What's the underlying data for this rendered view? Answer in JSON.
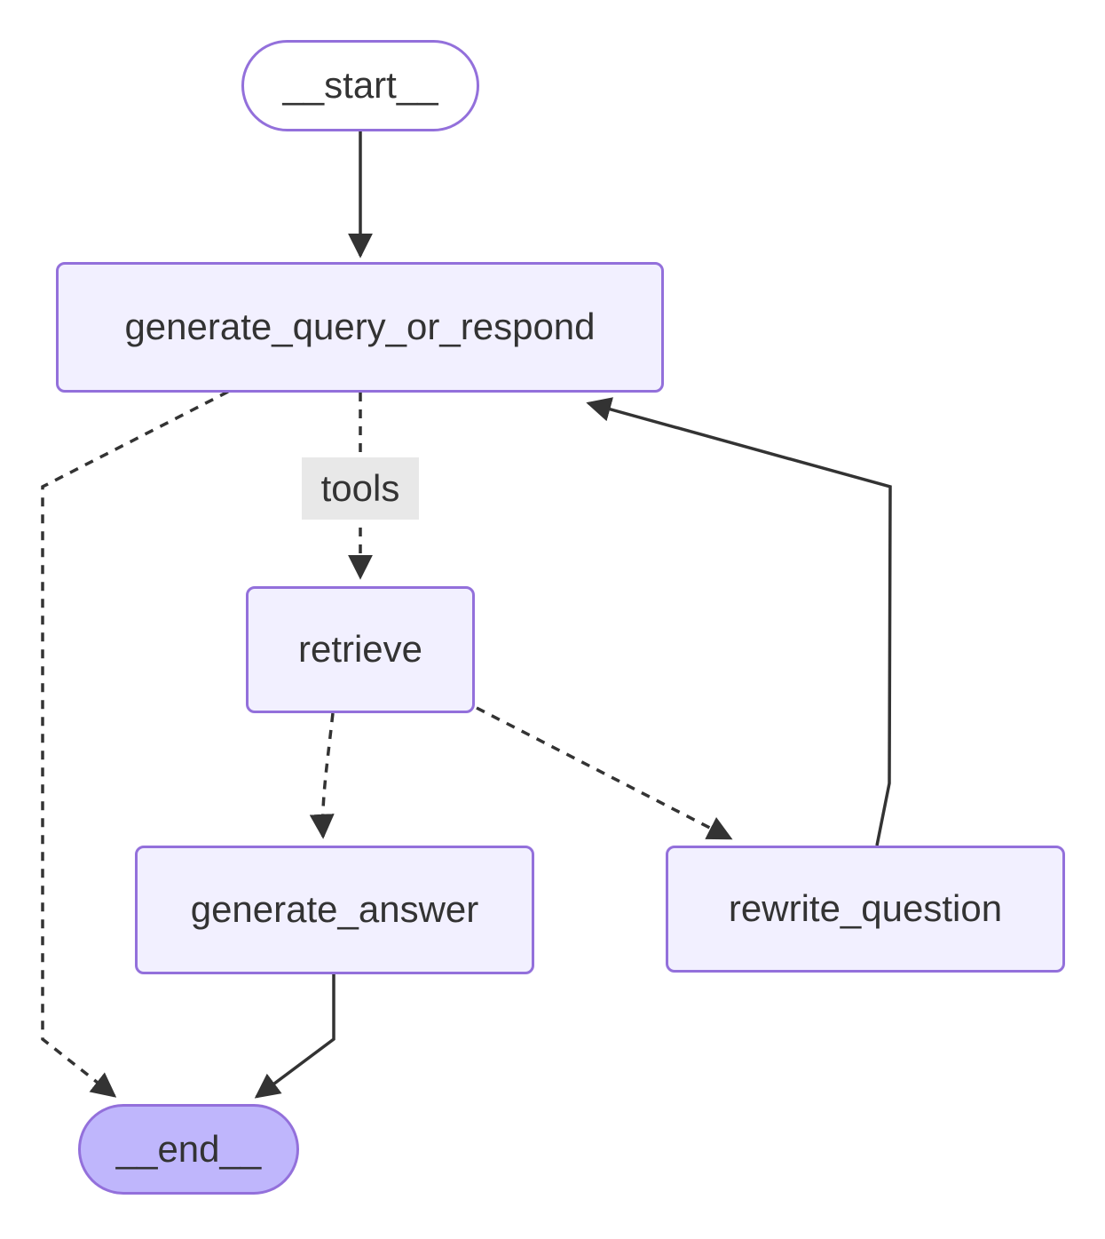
{
  "diagram": {
    "type": "flowchart",
    "direction": "top-down",
    "nodes": [
      {
        "id": "__start__",
        "label": "__start__",
        "shape": "stadium",
        "role": "start"
      },
      {
        "id": "generate_query_or_respond",
        "label": "generate_query_or_respond",
        "shape": "rect",
        "role": "node"
      },
      {
        "id": "retrieve",
        "label": "retrieve",
        "shape": "rect",
        "role": "node"
      },
      {
        "id": "generate_answer",
        "label": "generate_answer",
        "shape": "rect",
        "role": "node"
      },
      {
        "id": "rewrite_question",
        "label": "rewrite_question",
        "shape": "rect",
        "role": "node"
      },
      {
        "id": "__end__",
        "label": "__end__",
        "shape": "stadium",
        "role": "end"
      }
    ],
    "edges": [
      {
        "from": "__start__",
        "to": "generate_query_or_respond",
        "style": "solid",
        "label": ""
      },
      {
        "from": "generate_query_or_respond",
        "to": "retrieve",
        "style": "dashed",
        "label": "tools"
      },
      {
        "from": "generate_query_or_respond",
        "to": "__end__",
        "style": "dashed",
        "label": ""
      },
      {
        "from": "retrieve",
        "to": "generate_answer",
        "style": "dashed",
        "label": ""
      },
      {
        "from": "retrieve",
        "to": "rewrite_question",
        "style": "dashed",
        "label": ""
      },
      {
        "from": "rewrite_question",
        "to": "generate_query_or_respond",
        "style": "solid",
        "label": ""
      },
      {
        "from": "generate_answer",
        "to": "__end__",
        "style": "solid",
        "label": ""
      }
    ],
    "colors": {
      "page_bg": "#ffffff",
      "node_fill": "#f2f0ff",
      "start_fill": "#ffffff",
      "end_fill": "#bfb6fc",
      "node_border": "#9370DB",
      "text": "#333333",
      "edge": "#333333",
      "edge_label_bg": "#e8e8e8"
    }
  }
}
